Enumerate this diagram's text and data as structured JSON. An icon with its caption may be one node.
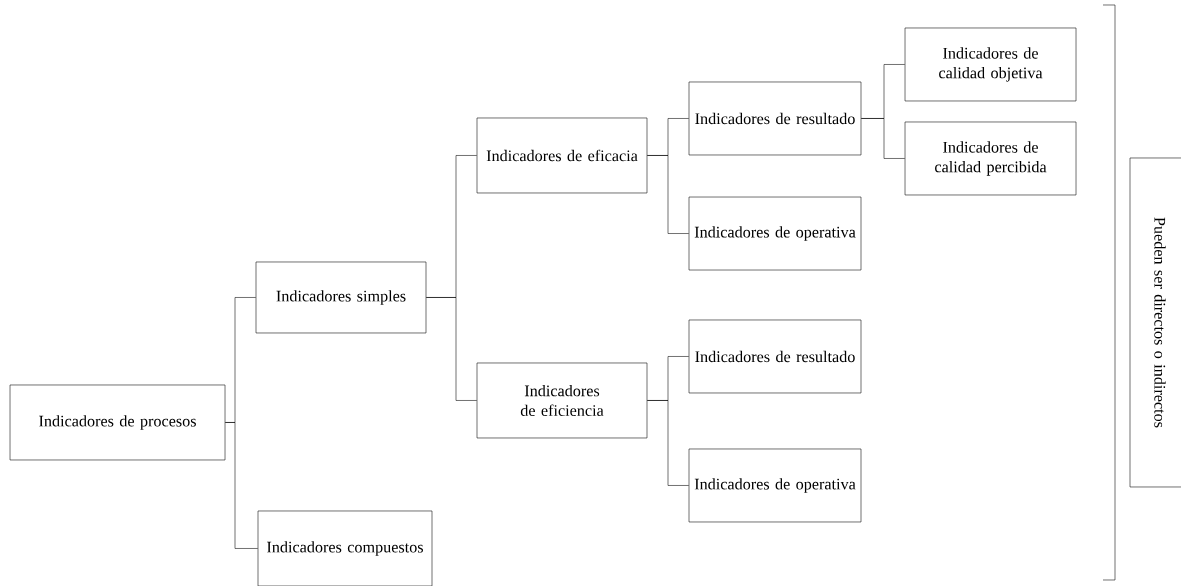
{
  "diagram": {
    "nodes": [
      {
        "text": [
          "Indicadores de procesos"
        ]
      },
      {
        "text": [
          "Indicadores simples"
        ]
      },
      {
        "text": [
          "Indicadores compuestos"
        ]
      },
      {
        "text": [
          "Indicadores de eficacia"
        ]
      },
      {
        "text": [
          "Indicadores de eficiencia"
        ]
      },
      {
        "text": [
          "Indicadores de resultado"
        ]
      },
      {
        "text": [
          "Indicadores de operativa"
        ]
      },
      {
        "text": [
          "Indicadores de resultado"
        ]
      },
      {
        "text": [
          "Indicadores de operativa"
        ]
      },
      {
        "text": [
          "Indicadores de calidad objetiva"
        ]
      },
      {
        "text": [
          "Indicadores de calidad percibida"
        ]
      },
      {
        "text": [
          "Pueden ser directos o indirectos"
        ]
      }
    ],
    "edges": [
      {
        "from": 0,
        "to": 1,
        "arrow": "none"
      },
      {
        "from": 0,
        "to": 2,
        "arrow": "none"
      },
      {
        "from": 1,
        "to": 3,
        "arrow": "none"
      },
      {
        "from": 1,
        "to": 4,
        "arrow": "none"
      },
      {
        "from": 3,
        "to": 5,
        "arrow": "none"
      },
      {
        "from": 3,
        "to": 6,
        "arrow": "none"
      },
      {
        "from": 4,
        "to": 7,
        "arrow": "none"
      },
      {
        "from": 4,
        "to": 8,
        "arrow": "none"
      },
      {
        "from": 5,
        "to": 9,
        "arrow": "none"
      },
      {
        "from": 5,
        "to": 10,
        "arrow": "none"
      }
    ]
  }
}
